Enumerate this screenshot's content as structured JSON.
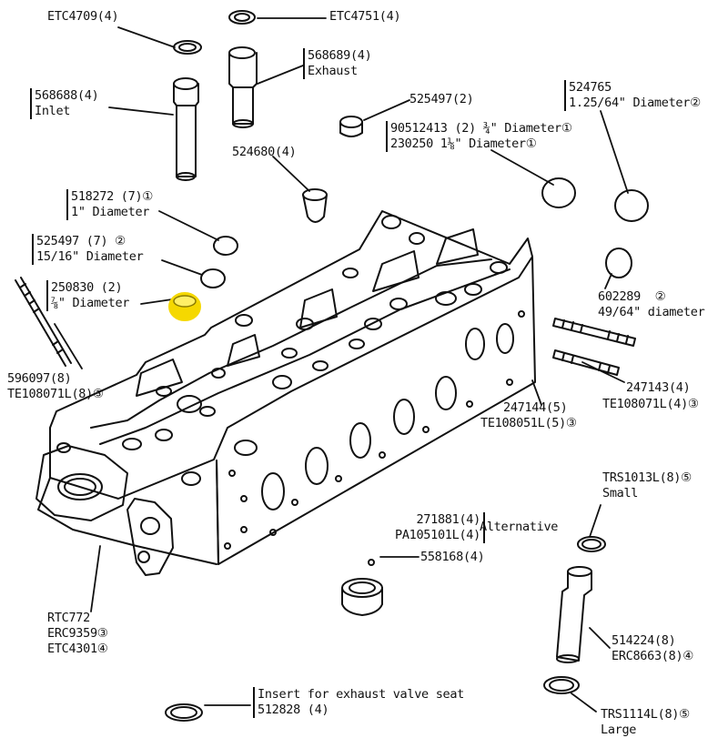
{
  "diagram": {
    "labels": {
      "etc4709": "ETC4709(4)",
      "etc4751": "ETC4751(4)",
      "p568689": "568689(4)",
      "exhaust": "Exhaust",
      "p568688": "568688(4)",
      "inlet": "Inlet",
      "p525497_top": "525497(2)",
      "p524765": "524765",
      "p524765_dia": "1.25/64\" Diameter②",
      "p90512413": "90512413 (2) ¾\" Diameter①",
      "p230250": "230250 1⅛\" Diameter①",
      "p524680": "524680(4)",
      "p518272": "518272 (7)①",
      "p518272_dia": "1\" Diameter",
      "p525497": "525497 (7) ②",
      "p525497_dia": "15/16\" Diameter",
      "p250830": "250830 (2)",
      "p250830_dia": "⅞\" Diameter",
      "p602289": "602289",
      "p602289_dia": "49/64\" diameter",
      "p602289_circ": "②",
      "p596097": "596097(8)",
      "te108071_left": "TE108071L(8)③",
      "p247143": "247143(4)",
      "te108071_right": "TE108071L(4)③",
      "p247144": "247144(5)",
      "te108051": "TE108051L(5)③",
      "trs1013": "TRS1013L(8)⑤",
      "small": "Small",
      "p271881": "271881(4)",
      "pa105101": "PA105101L(4)",
      "alternative": "Alternative",
      "p558168": "558168(4)",
      "rtc772": "RTC772",
      "erc9359": "ERC9359③",
      "etc4301": "ETC4301④",
      "p514224": "514224(8)",
      "erc8663": "ERC8663(8)④",
      "insert_text": "Insert for exhaust valve seat",
      "p512828": "512828 (4)",
      "trs1114": "TRS1114L(8)⑤",
      "large": "Large"
    },
    "colors": {
      "line": "#111111",
      "highlight": "#f5d800"
    }
  }
}
